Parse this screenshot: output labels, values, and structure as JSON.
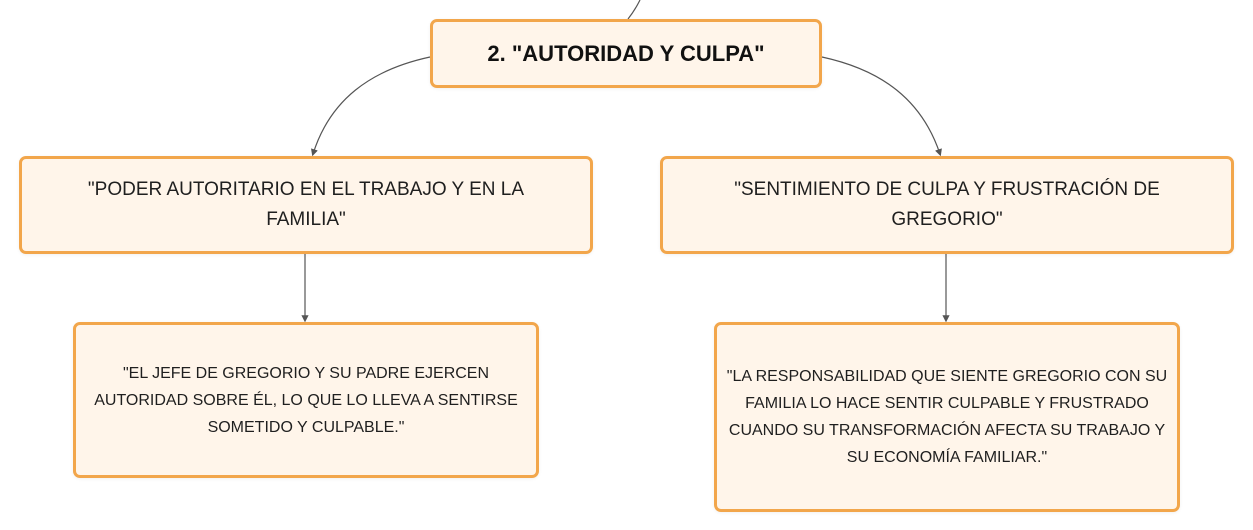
{
  "diagram": {
    "root": {
      "label": "2. \"AUTORIDAD Y CULPA\""
    },
    "branches": [
      {
        "label": "\"PODER AUTORITARIO EN EL TRABAJO Y EN LA FAMILIA\"",
        "child": {
          "label": "\"EL JEFE DE GREGORIO Y SU PADRE EJERCEN AUTORIDAD SOBRE ÉL, LO QUE LO LLEVA A SENTIRSE SOMETIDO Y CULPABLE.\""
        }
      },
      {
        "label": "\"SENTIMIENTO DE CULPA Y FRUSTRACIÓN DE GREGORIO\"",
        "child": {
          "label": "\"LA RESPONSABILIDAD QUE SIENTE GREGORIO CON SU FAMILIA LO HACE SENTIR CULPABLE Y FRUSTRADO CUANDO SU TRANSFORMACIÓN AFECTA SU TRABAJO Y SU ECONOMÍA FAMILIAR.\""
        }
      }
    ],
    "colors": {
      "node_border": "#f2a64b",
      "node_fill": "#fff5ea",
      "connector": "#555555",
      "text": "#1f1f1f"
    }
  }
}
